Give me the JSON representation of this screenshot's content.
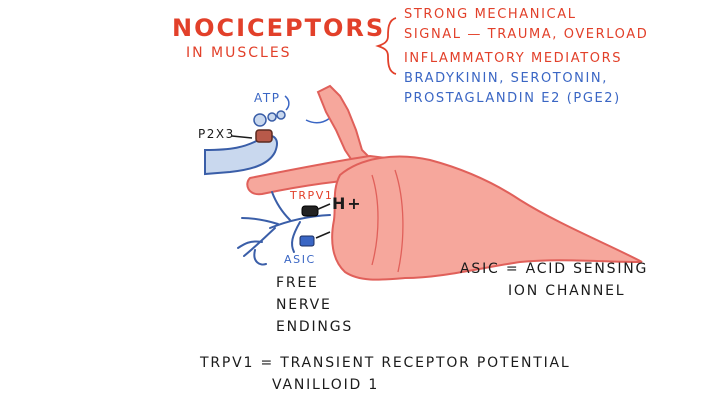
{
  "title": {
    "main": "NOCICEPTORS",
    "sub": "IN MUSCLES"
  },
  "stimuli": {
    "line1": "STRONG MECHANICAL",
    "line2": "SIGNAL — TRAUMA, OVERLOAD",
    "line3": "INFLAMMATORY MEDIATORS",
    "line4": "BRADYKININ, SEROTONIN,",
    "line5": "PROSTAGLANDIN E2 (PGE2)"
  },
  "labels": {
    "atp": "ATP",
    "p2x3": "P2X3",
    "trpv1": "TRPV1",
    "h_plus": "H+",
    "asic": "ASIC",
    "free_nerve_1": "FREE",
    "free_nerve_2": "NERVE",
    "free_nerve_3": "ENDINGS"
  },
  "definitions": {
    "asic_line1": "ASIC = ACID SENSING",
    "asic_line2": "ION CHANNEL",
    "trpv1_line1": "TRPV1 = TRANSIENT RECEPTOR POTENTIAL",
    "trpv1_line2": "VANILLOID 1"
  },
  "colors": {
    "red_text": "#e2402a",
    "blue_text": "#3a66c4",
    "muscle_fill": "#f6a79c",
    "muscle_stroke": "#e0605a",
    "nerve_fill": "#c9d8ee",
    "nerve_stroke": "#3a5ea8"
  }
}
